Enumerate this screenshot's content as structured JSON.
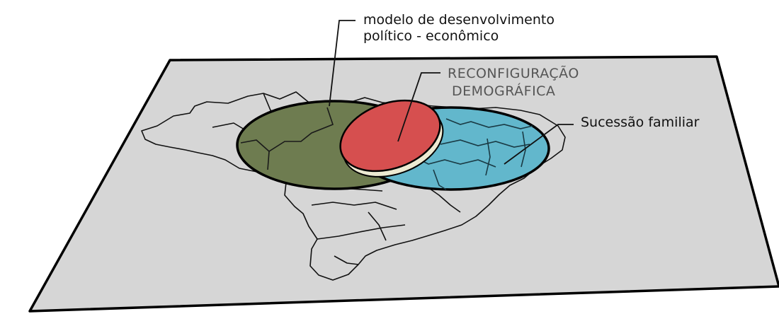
{
  "labels": {
    "model_line1": "modelo de desenvolvimento",
    "model_line2": "político - econômico",
    "reconfig_line1": "RECONFIGURAÇÃO",
    "reconfig_line2": "DEMOGRÁFICA",
    "succession": "Sucessão familiar"
  },
  "colors": {
    "plane": "#d6d6d6",
    "outline": "#000000",
    "green_region": "#6e7c50",
    "blue_region": "#62b7cc",
    "red_region": "#d64f4f",
    "red_edge": "#ecead2",
    "reconfig_text": "#555555",
    "text": "#111111"
  },
  "icons": {
    "map": "brazil-map-outline"
  }
}
